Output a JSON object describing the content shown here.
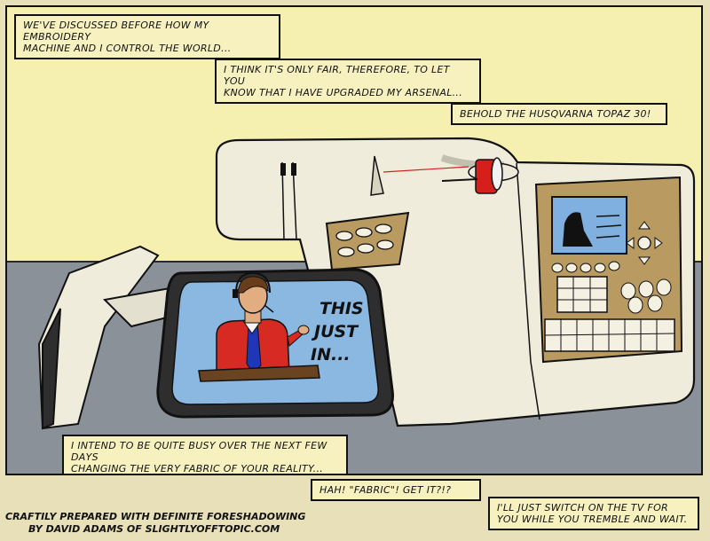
{
  "captions": {
    "c1": "We've discussed before how my embroidery\nmachine and I control the world...",
    "c2": "I think it's only fair, therefore, to let you\nknow that I have upgraded my arsenal...",
    "c3": "Behold the Husqvarna Topaz 30!",
    "c4": "I intend to be quite busy over the next few days\nchanging the very fabric of your reality...",
    "c5": "Hah!  \"Fabric\"!  Get it?!?",
    "c6": "I'll just switch on the TV for\nyou while you tremble and wait."
  },
  "screen_text": {
    "line1": "THIS",
    "line2": "JUST",
    "line3": "IN..."
  },
  "credits": {
    "line1": "Craftily prepared with definite foreshadowing",
    "line2": "by David Adams of SlightlyOffTopic.com"
  },
  "colors": {
    "wall": "#f6f0b0",
    "table": "#8a9199",
    "machine": "#f0ecdc",
    "panel": "#b99a60",
    "screen": "#8ab8e0",
    "caption": "#f7f1bf"
  }
}
